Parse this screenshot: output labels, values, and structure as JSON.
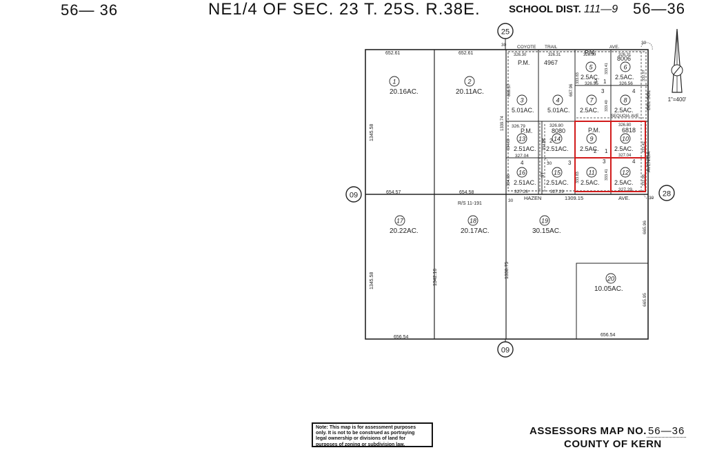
{
  "header": {
    "left_code": "56— 36",
    "title": "NE1/4 OF SEC. 23 T. 25S. R.38E.",
    "school_label": "SCHOOL DIST.",
    "school_value": "111—9",
    "right_code": "56—36"
  },
  "circles": {
    "top": "25",
    "left": "09",
    "bottom": "09",
    "right": "28"
  },
  "scale": "1\"=400'",
  "streets": {
    "north_a": "COYOTE",
    "north_b": "TRAIL",
    "north_c": "AVE.",
    "south_a": "HAZEN",
    "south_b": "AVE.",
    "east_a": "AVENIDA",
    "east_b": "DEL SOL",
    "mid": "SEQUOIA",
    "mid_b": "AVE",
    "west_st": "ST",
    "rs": "R/S 11-191"
  },
  "parcels": [
    {
      "num": "1",
      "area": "20.16AC."
    },
    {
      "num": "2",
      "area": "20.11AC."
    },
    {
      "num": "3",
      "area": "5.01AC."
    },
    {
      "num": "4",
      "area": "5.01AC."
    },
    {
      "num": "5",
      "area": "2.5AC."
    },
    {
      "num": "6",
      "area": "2.5AC."
    },
    {
      "num": "7",
      "area": "2.5AC."
    },
    {
      "num": "8",
      "area": "2.5AC."
    },
    {
      "num": "9",
      "area": "2.5AC."
    },
    {
      "num": "10",
      "area": "2.5AC."
    },
    {
      "num": "11",
      "area": "2.5AC."
    },
    {
      "num": "12",
      "area": "2.5AC."
    },
    {
      "num": "13",
      "area": "2.51AC."
    },
    {
      "num": "14",
      "area": "2.51AC."
    },
    {
      "num": "15",
      "area": "2.51AC."
    },
    {
      "num": "16",
      "area": "2.51AC."
    },
    {
      "num": "17",
      "area": "20.22AC."
    },
    {
      "num": "18",
      "area": "20.17AC."
    },
    {
      "num": "19",
      "area": "30.15AC."
    },
    {
      "num": "20",
      "area": "10.05AC."
    }
  ],
  "parcel_maps": {
    "pm_label": "P.M.",
    "a": "4967",
    "b": "8006",
    "c": "8080",
    "d": "6818"
  },
  "dimensions": {
    "top_1": "652.61",
    "top_2": "652.61",
    "mid_1": "654.57",
    "mid_2": "654.58",
    "bot_1": "656.54",
    "bot_2": "656.54",
    "left_1": "1345.58",
    "left_2": "1345.58",
    "v_1": "1342.16",
    "v_2": "1338.75",
    "v_3": "1339.74",
    "v_4": "669.37",
    "v_5": "667.96",
    "r_1": "665.96",
    "r_2": "665.95",
    "hazen": "1309.15",
    "t1": "326.30",
    "t2": "326.31",
    "t3": "326.30",
    "t4": "326.31",
    "m1": "326.79",
    "m2": "326.80",
    "m3": "326.80",
    "l1": "327.04",
    "l2": "327.04",
    "b1": "327.28",
    "b2": "327.29",
    "b3": "327.29",
    "s1": "326.55",
    "s2": "326.56",
    "h1": "333.83",
    "h2": "333.41",
    "h3": "333.40",
    "h4": "334.69",
    "h5": "334.68",
    "h6": "334.26",
    "h7": "333.83",
    "h8": "333.41",
    "h9": "332.98",
    "h10": "332.97",
    "h11": "333.42",
    "thirty": "30"
  },
  "lot_numbers": [
    "1",
    "2",
    "3",
    "4",
    "1",
    "2",
    "3",
    "4",
    "1",
    "2",
    "3",
    "4"
  ],
  "note": {
    "line1": "Note: This map is for assessment purposes",
    "line2": "only. It is not to be construed as portraying",
    "line3": "legal ownership or divisions of land for",
    "line4": "purposes of zoning or subdivision law."
  },
  "footer": {
    "map_label": "ASSESSORS MAP NO.",
    "map_value": "56—36",
    "county": "COUNTY OF KERN"
  },
  "colors": {
    "ink": "#222222",
    "highlight": "#d11a1a"
  }
}
